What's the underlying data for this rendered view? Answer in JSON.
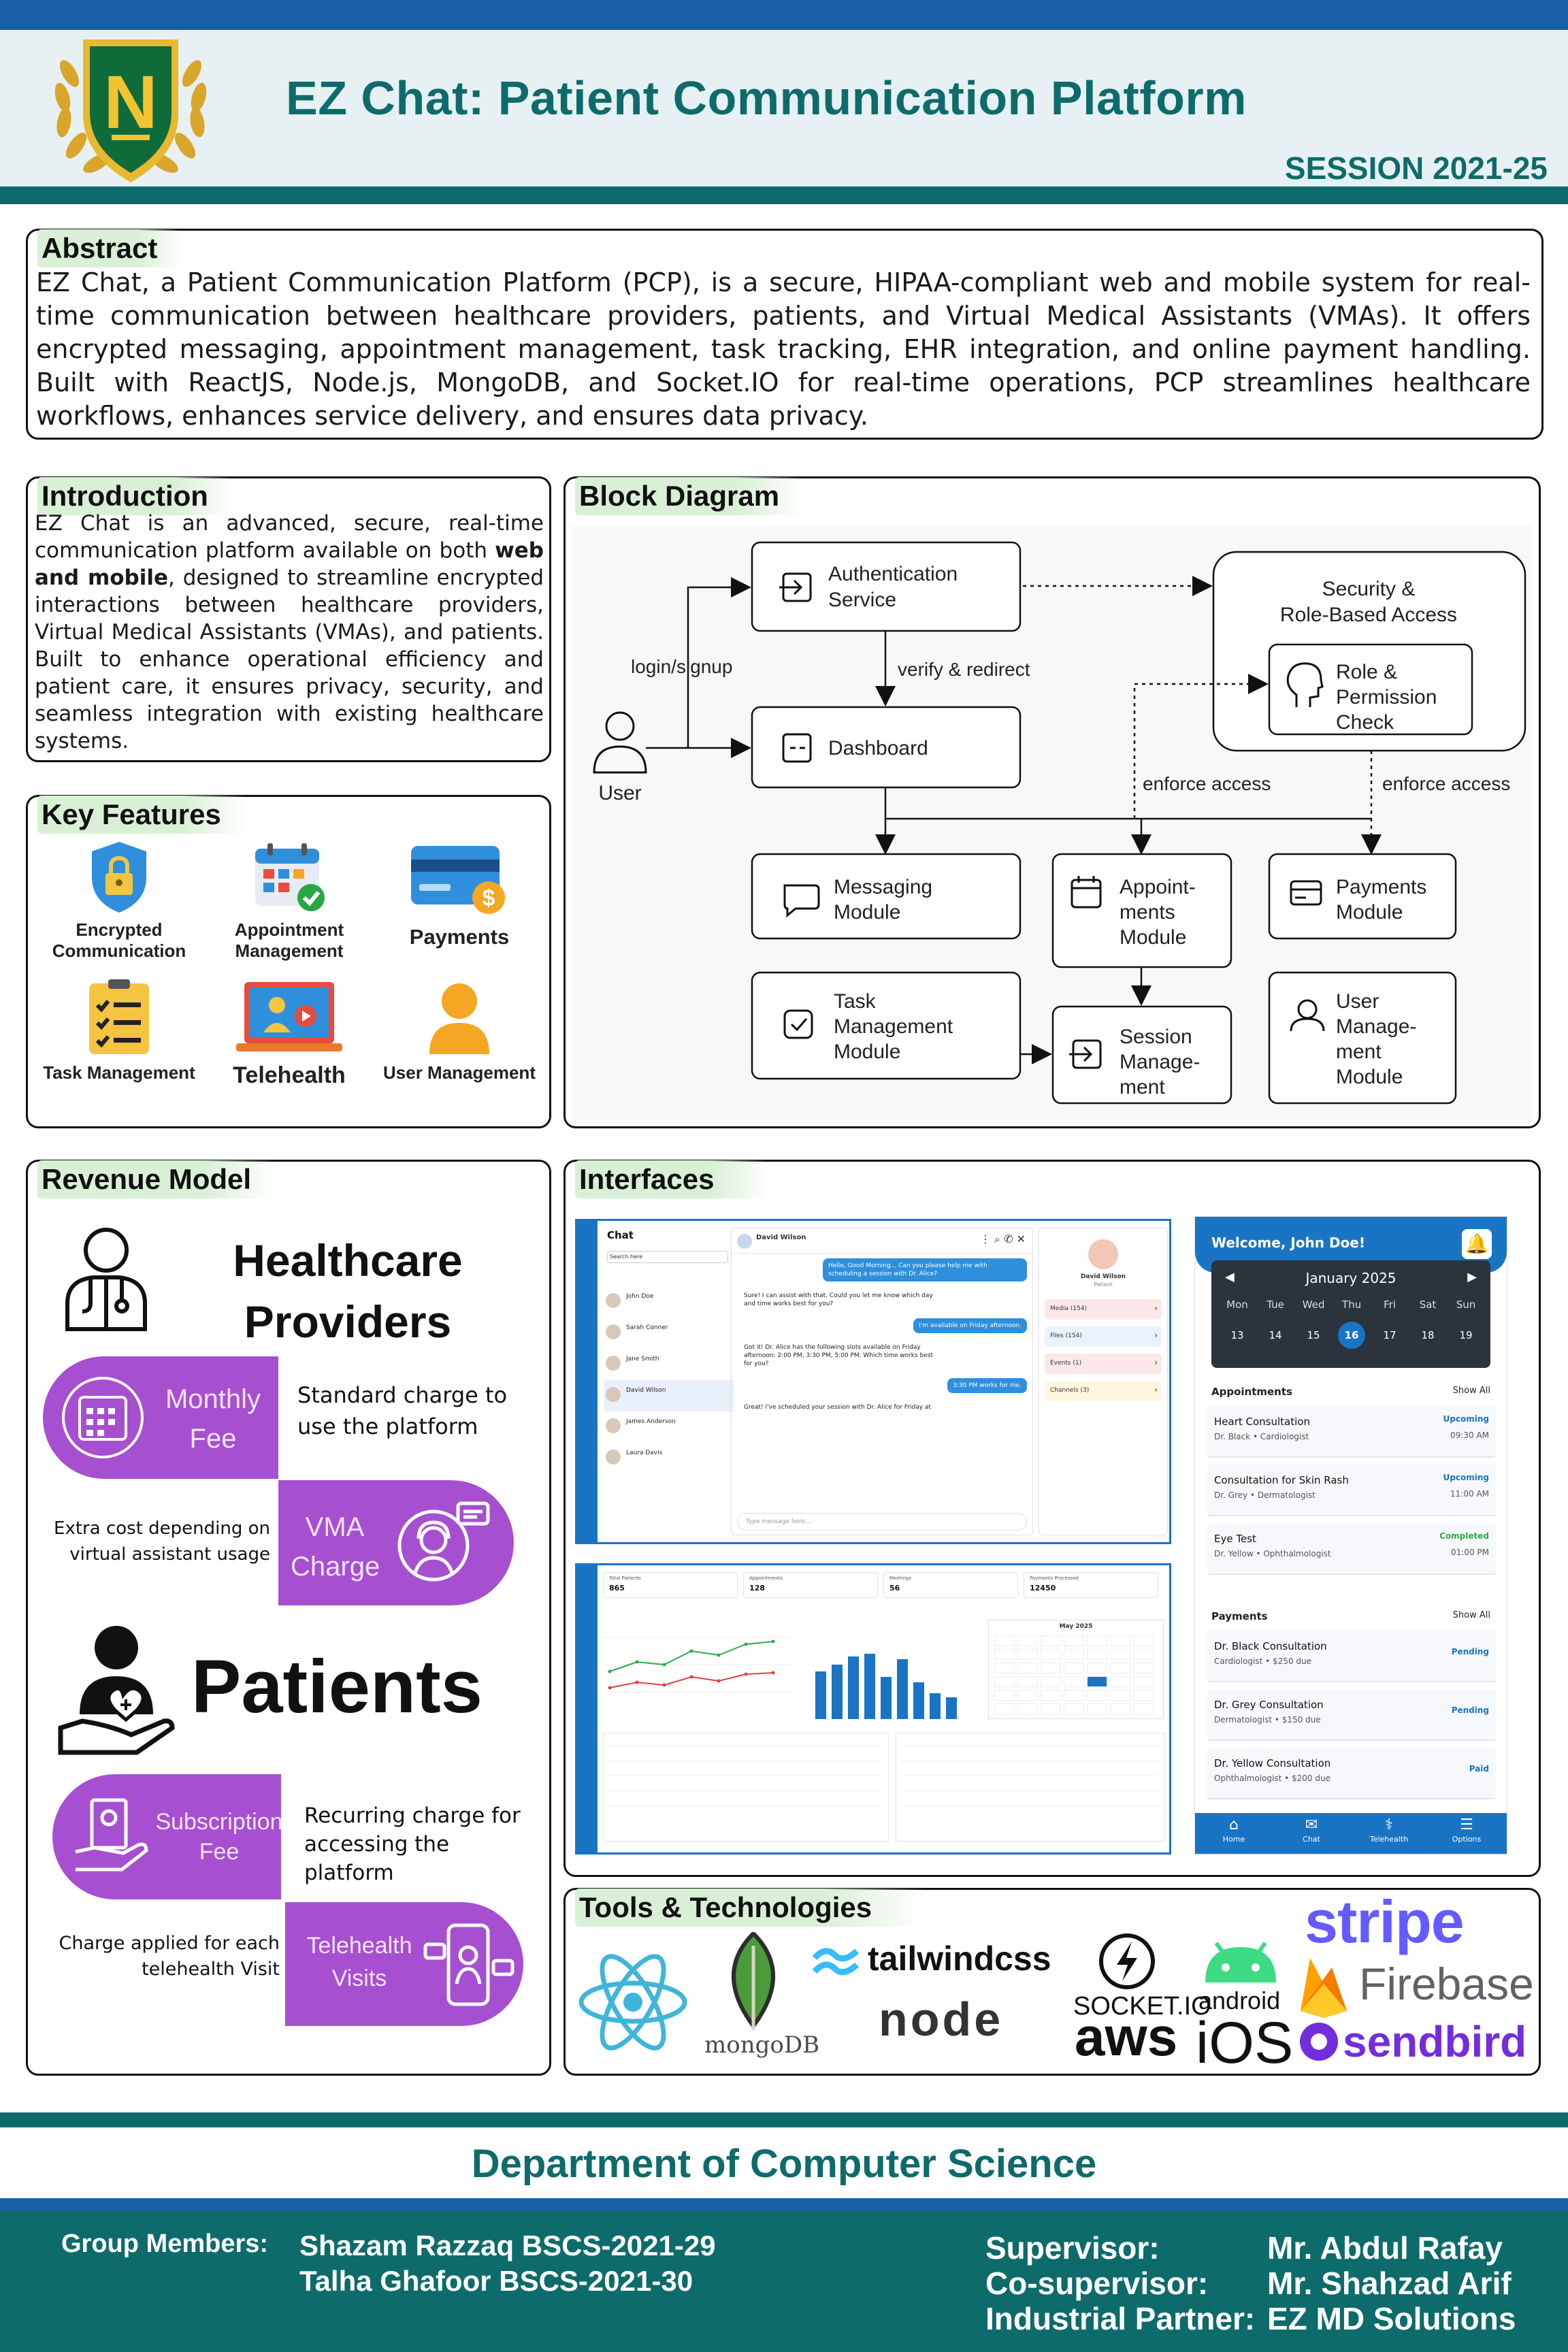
{
  "header": {
    "title": "EZ Chat: Patient Communication Platform",
    "session": "SESSION 2021-25",
    "logo_letter": "N"
  },
  "abstract": {
    "heading": "Abstract",
    "text": "EZ Chat, a Patient Communication Platform (PCP), is a secure, HIPAA-compliant web and mobile system for real-time communication between healthcare providers, patients, and Virtual Medical Assistants (VMAs). It offers encrypted messaging, appointment management, task tracking, EHR integration, and online payment handling. Built with ReactJS, Node.js, MongoDB, and Socket.IO for real-time operations, PCP streamlines healthcare workflows, enhances service delivery, and ensures data privacy."
  },
  "introduction": {
    "heading": "Introduction",
    "text_a": "EZ Chat is an advanced, secure, real-time communication platform available on both ",
    "text_bold": "web and mobile",
    "text_b": ", designed to streamline encrypted interactions between healthcare providers, Virtual Medical Assistants (VMAs), and patients. Built to enhance operational efficiency and patient care, it ensures privacy, security, and seamless integration with existing healthcare systems."
  },
  "features": {
    "heading": "Key Features",
    "items": [
      {
        "label": "Encrypted Communication",
        "icon": "lock-shield-icon"
      },
      {
        "label": "Appointment Management",
        "icon": "calendar-check-icon"
      },
      {
        "label": "Payments",
        "icon": "credit-card-icon"
      },
      {
        "label": "Task Management",
        "icon": "checklist-icon"
      },
      {
        "label": "Telehealth",
        "icon": "laptop-video-icon"
      },
      {
        "label": "User Management",
        "icon": "user-icon"
      }
    ]
  },
  "block_diagram": {
    "heading": "Block Diagram",
    "nodes": {
      "auth": "Authentication Service",
      "dashboard": "Dashboard",
      "security": "Security & Role-Based Access",
      "role": "Role & Permission Check",
      "user": "User",
      "messaging": "Messaging Module",
      "appointments": "Appoint-ments Module",
      "payments": "Payments Module",
      "task": "Task Management Module",
      "session": "Session Manage-ment",
      "usermgmt": "User Manage-ment Module"
    },
    "edges": {
      "login": "login/signup",
      "verify": "verify & redirect",
      "enforce1": "enforce access",
      "enforce2": "enforce access"
    }
  },
  "revenue": {
    "heading": "Revenue Model",
    "providers_title": "Healthcare Providers",
    "monthly_fee": "Monthly Fee",
    "monthly_desc": "Standard charge to use the platform",
    "vma_charge": "VMA Charge",
    "vma_desc": "Extra cost depending on virtual assistant usage",
    "patients_title": "Patients",
    "subscription_fee": "Subscription Fee",
    "subscription_desc": "Recurring charge for accessing the platform",
    "telehealth_visits": "Telehealth Visits",
    "telehealth_desc": "Charge applied for each telehealth Visit"
  },
  "interfaces": {
    "heading": "Interfaces",
    "chat": {
      "title": "Chat",
      "search": "Search here",
      "contact_name": "David Wilson",
      "contacts": [
        "John Doe",
        "Sarah Conner",
        "Jane Smith",
        "David Wilson",
        "James Anderson",
        "Laura Davis"
      ],
      "messages": [
        {
          "side": "right",
          "text": "Hello, Good Morning... Can you please help me with scheduling a session with Dr. Alice?"
        },
        {
          "side": "left",
          "text": "Sure! I can assist with that. Could you let me know which day and time works best for you?"
        },
        {
          "side": "right",
          "text": "I'm available on Friday afternoon."
        },
        {
          "side": "left",
          "text": "Got it! Dr. Alice has the following slots available on Friday afternoon: 2:00 PM, 3:30 PM, 5:00 PM. Which time works best for you?"
        },
        {
          "side": "right",
          "text": "3:30 PM works for me."
        },
        {
          "side": "left",
          "text": "Great! I've scheduled your session with Dr. Alice for Friday at"
        }
      ],
      "input_placeholder": "Type message here...",
      "side_panel": [
        "Media (154)",
        "Files (154)",
        "Events (1)",
        "Channels (3)"
      ],
      "side_role": "Patient"
    },
    "mobile": {
      "welcome": "Welcome, John Doe!",
      "month": "January 2025",
      "weekdays": [
        "Mon",
        "Tue",
        "Wed",
        "Thu",
        "Fri",
        "Sat",
        "Sun"
      ],
      "days": [
        "13",
        "14",
        "15",
        "16",
        "17",
        "18",
        "19"
      ],
      "selected_day": "16",
      "appointments_label": "Appointments",
      "show_all": "Show All",
      "appointments": [
        {
          "title": "Heart Consultation",
          "sub": "Dr. Black • Cardiologist",
          "status": "Upcoming",
          "time": "09:30 AM"
        },
        {
          "title": "Consultation for Skin Rash",
          "sub": "Dr. Grey • Dermatologist",
          "status": "Upcoming",
          "time": "11:00 AM"
        },
        {
          "title": "Eye Test",
          "sub": "Dr. Yellow • Ophthalmologist",
          "status": "Completed",
          "time": "01:00 PM"
        }
      ],
      "payments_label": "Payments",
      "payments": [
        {
          "title": "Dr. Black Consultation",
          "sub": "Cardiologist • $250 due",
          "status": "Pending"
        },
        {
          "title": "Dr. Grey Consultation",
          "sub": "Dermatologist • $150 due",
          "status": "Pending"
        },
        {
          "title": "Dr. Yellow Consultation",
          "sub": "Ophthalmologist • $200 due",
          "status": "Paid"
        }
      ],
      "nav": [
        "Home",
        "Chat",
        "Telehealth",
        "Options"
      ]
    },
    "dashboard": {
      "stats": [
        {
          "label": "Total Patients",
          "value": "865"
        },
        {
          "label": "Appointments",
          "value": "128"
        },
        {
          "label": "Meetings",
          "value": "56"
        },
        {
          "label": "Payments Processed",
          "value": "12450"
        }
      ],
      "month": "May 2025"
    }
  },
  "tools": {
    "heading": "Tools & Technologies",
    "items": [
      "tailwindcss",
      "SOCKET.IO",
      "android",
      "stripe",
      "mongoDB",
      "node",
      "aws",
      "iOS",
      "Firebase",
      "sendbird"
    ]
  },
  "footer": {
    "department": "Department of Computer Science",
    "members_label": "Group Members:",
    "member1": "Shazam Razzaq BSCS-2021-29",
    "member2": "Talha Ghafoor BSCS-2021-30",
    "supervisor_label": "Supervisor:",
    "supervisor": "Mr. Abdul Rafay",
    "cosupervisor_label": "Co-supervisor:",
    "cosupervisor": "Mr. Shahzad Arif",
    "partner_label": "Industrial Partner:",
    "partner": "EZ MD Solutions"
  },
  "colors": {
    "teal": "#0e6b6b",
    "blue": "#1a5fa6",
    "purple": "#a64fd1",
    "header_bg": "#e7f1f4"
  }
}
